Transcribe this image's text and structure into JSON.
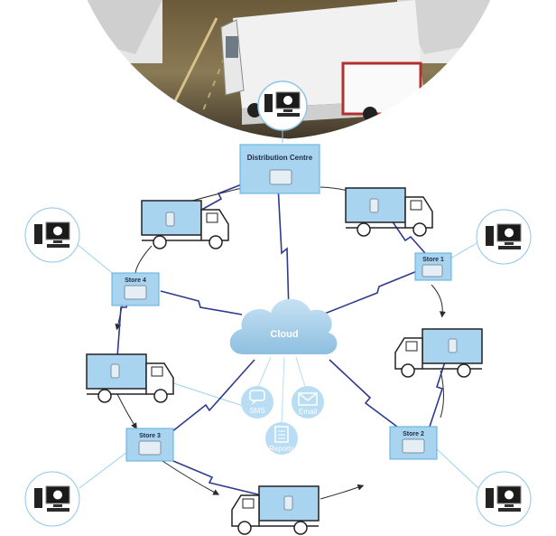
{
  "nodes": {
    "distribution_centre": "Distribution Centre",
    "store1": "Store 1",
    "store2": "Store 2",
    "store3": "Store 3",
    "store4": "Store 4",
    "cloud": "Cloud"
  },
  "services": {
    "sms": "SMS",
    "email": "Email",
    "reports": "Reports"
  },
  "colors": {
    "node_fill": "#a9d4f0",
    "node_stroke": "#5aaee0",
    "link": "#2e3a8c",
    "cycle": "#2b2b2b",
    "cloud": "#9fcbe6",
    "service_badge": "#b9ddf2",
    "terminal_ring": "#8fc6e8"
  }
}
